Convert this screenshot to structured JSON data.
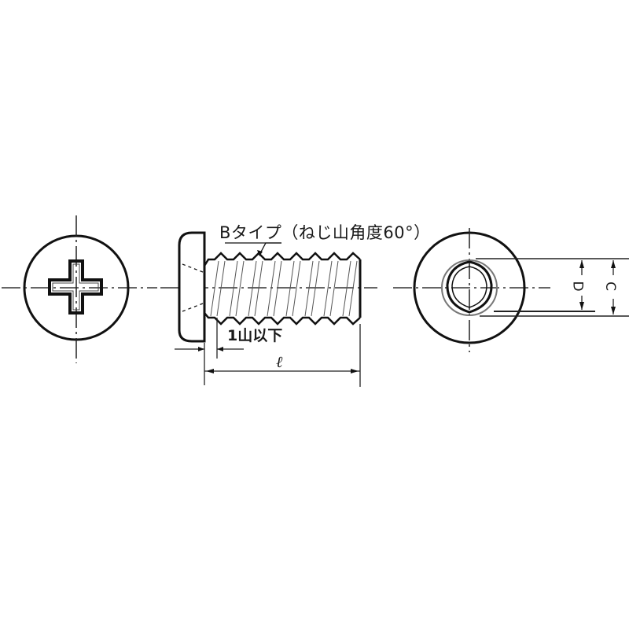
{
  "drawing": {
    "title": "Pan head tapping screw B-type drawing",
    "labels": {
      "thread_type": "Bタイプ（ねじ山角度60°）",
      "incomplete_thread": "1山以下",
      "length": "ℓ",
      "recess_depth_dim": "D",
      "head_dim": "C"
    },
    "views": [
      {
        "name": "front-view",
        "feature": "phillips-cross-recess"
      },
      {
        "name": "side-view",
        "feature": "threaded-shank"
      },
      {
        "name": "end-view",
        "feature": "tri-lobular-point"
      }
    ],
    "colors": {
      "line": "#1a1a1a",
      "background": "#ffffff"
    }
  }
}
